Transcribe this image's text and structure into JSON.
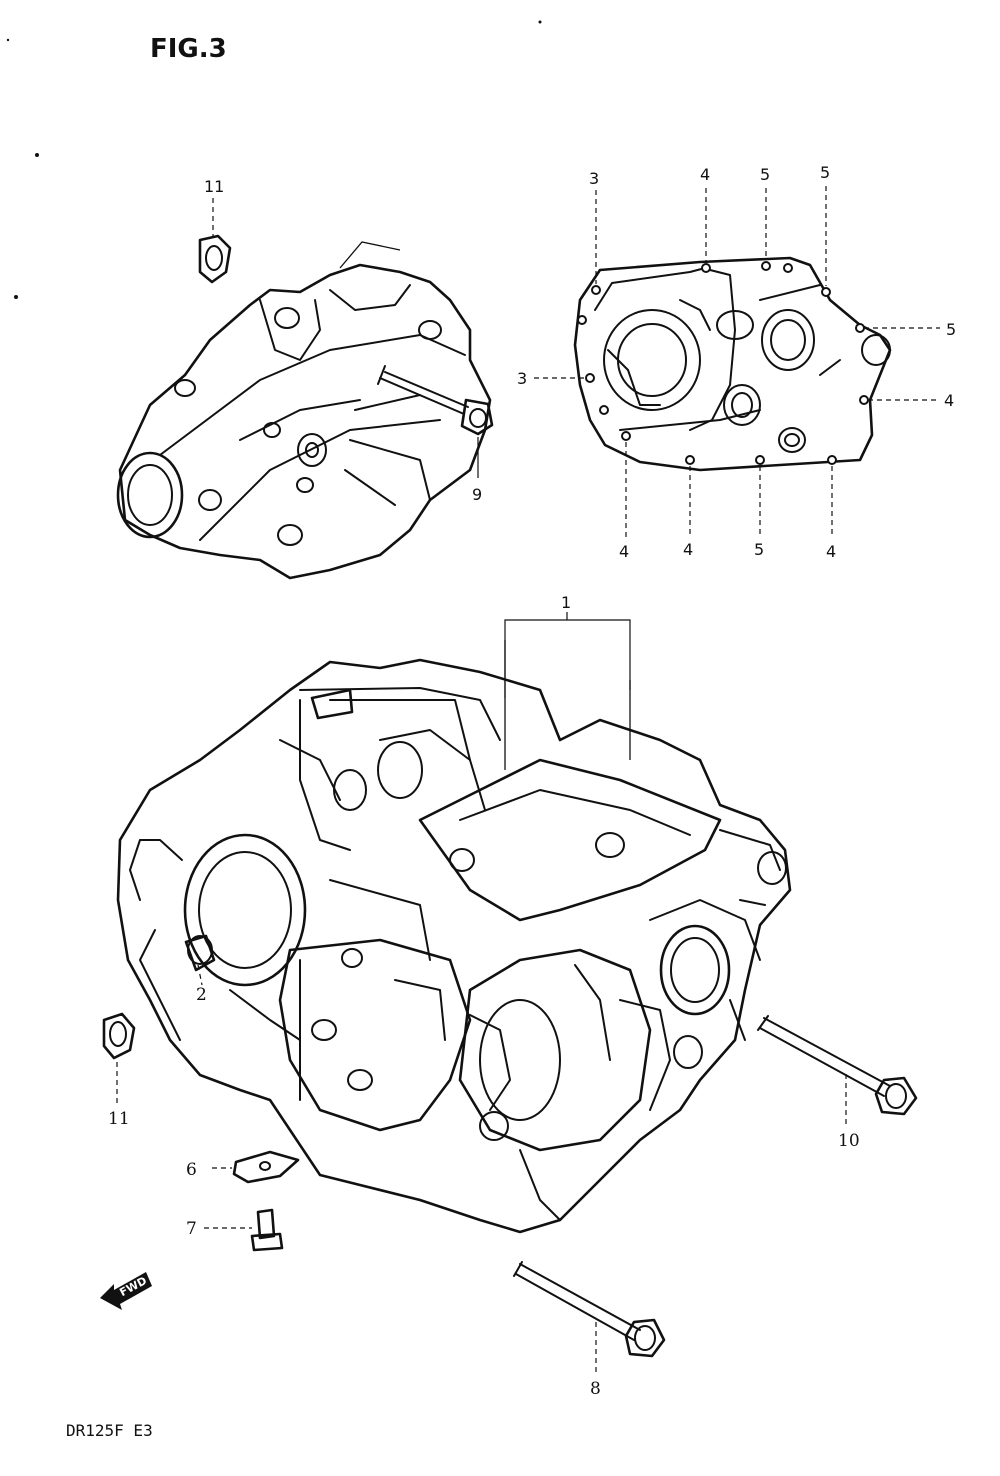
{
  "figure": {
    "title": "FIG.3",
    "footer": "DR125F E3",
    "fwd_label": "FWD"
  },
  "callouts": {
    "c1": "1",
    "c2": "2",
    "c3a": "3",
    "c3b": "3",
    "c4a": "4",
    "c4b": "4",
    "c4c": "4",
    "c4d": "4",
    "c4e": "4",
    "c5a": "5",
    "c5b": "5",
    "c5c": "5",
    "c5d": "5",
    "c6": "6",
    "c7": "7",
    "c8": "8",
    "c9": "9",
    "c10": "10",
    "c11a": "11",
    "c11b": "11"
  }
}
